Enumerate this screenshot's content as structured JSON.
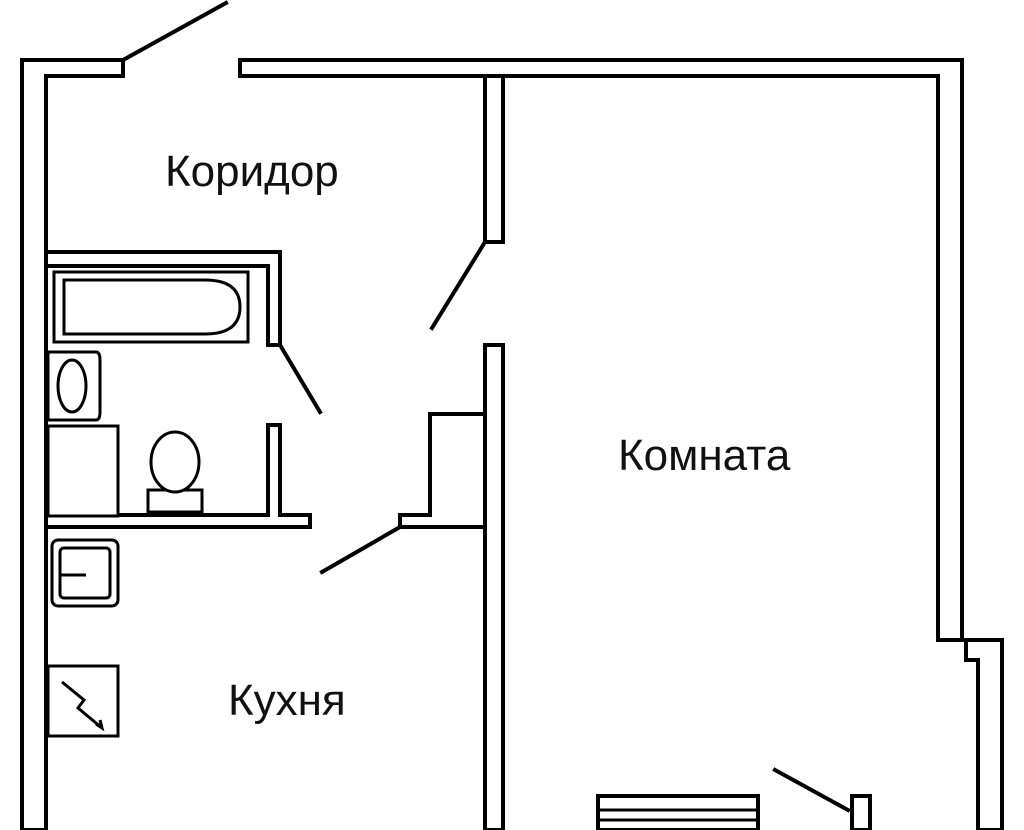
{
  "rooms": {
    "corridor": "Коридор",
    "room": "Комната",
    "kitchen": "Кухня"
  },
  "colors": {
    "wall": "#000000",
    "background": "#ffffff"
  },
  "fixtures": [
    "bathtub",
    "washbasin",
    "toilet",
    "kitchen-sink",
    "stove"
  ]
}
